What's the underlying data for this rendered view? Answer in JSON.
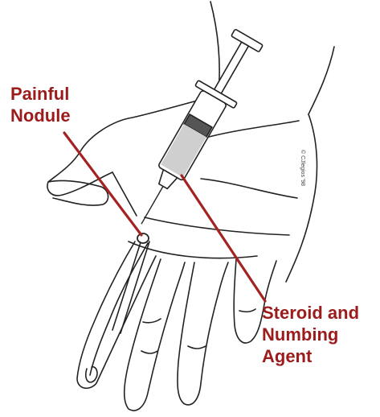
{
  "labels": {
    "painful_nodule": [
      "Painful",
      "Nodule"
    ],
    "steroid_agent": [
      "Steroid and",
      "Numbing",
      "Agent"
    ]
  },
  "copyright": "© CJlegios '98",
  "colors": {
    "label": "#9b1c1c",
    "pointer": "#a52222",
    "ink": "#222222"
  }
}
